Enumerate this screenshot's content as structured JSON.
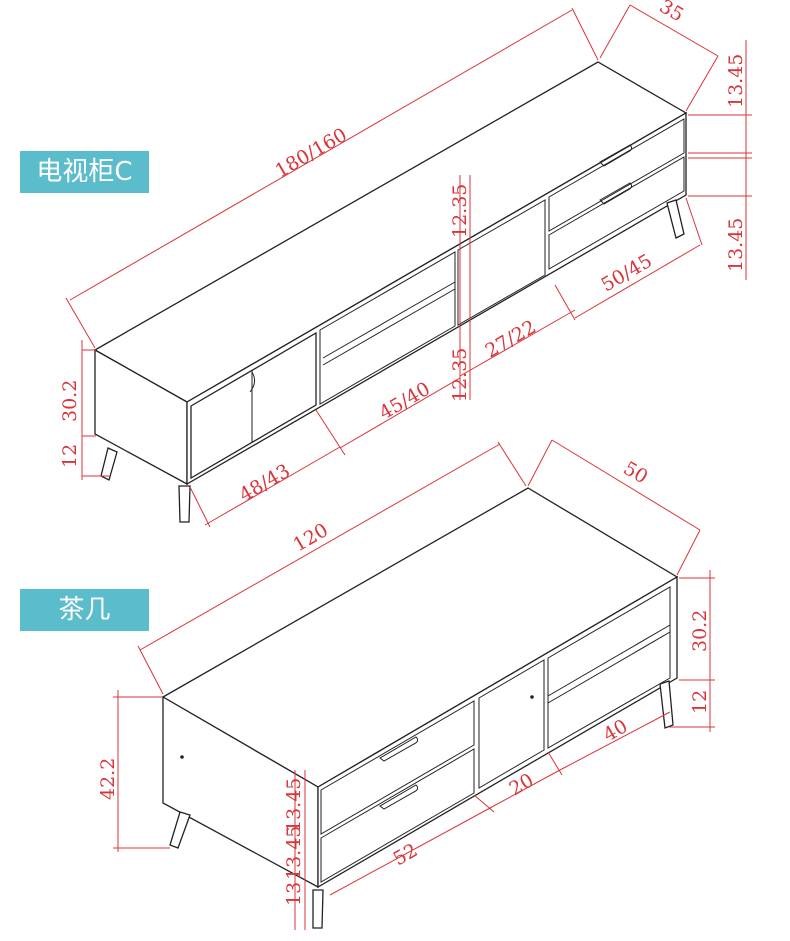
{
  "tv_cabinet": {
    "label": "电视柜C",
    "dims": {
      "length": "180/160",
      "depth": "35",
      "drawer_h1": "13.45",
      "drawer_h2": "13.45",
      "middle_h1": "12.35",
      "middle_h2": "12.35",
      "height": "30.2",
      "leg": "12",
      "door_w": "48/43",
      "shelf_w": "45/40",
      "open_w": "27/22",
      "drawer_w": "50/45"
    }
  },
  "coffee_table": {
    "label": "茶几",
    "dims": {
      "length": "120",
      "depth": "50",
      "height_right": "30.2",
      "leg_right": "12",
      "total_h": "42.2",
      "drawer_h1": "13.45",
      "drawer_h2": "13.45",
      "leg_left": "13",
      "drawer_w": "52",
      "open_w": "20",
      "shelf_w": "40"
    }
  },
  "colors": {
    "label_bg": "#5bbccb",
    "dimension": "#d9343a",
    "outline": "#222222"
  }
}
